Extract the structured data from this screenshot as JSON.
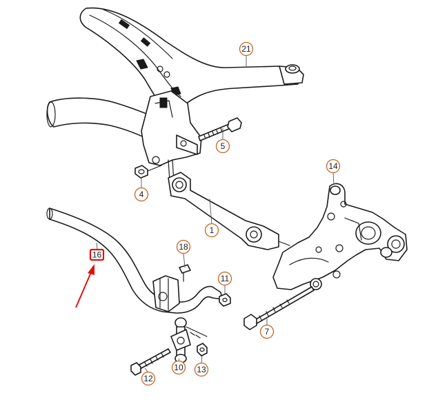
{
  "callouts": {
    "c21": "21",
    "c5": "5",
    "c4": "4",
    "c14": "14",
    "c1": "1",
    "c18": "18",
    "c16": "16",
    "c11": "11",
    "c7": "7",
    "c12": "12",
    "c10": "10",
    "c13": "13"
  },
  "highlight": {
    "part": "16",
    "color": "#e01010"
  },
  "colors": {
    "callout_ring": "#c8641e",
    "line": "#1a1a1a"
  }
}
